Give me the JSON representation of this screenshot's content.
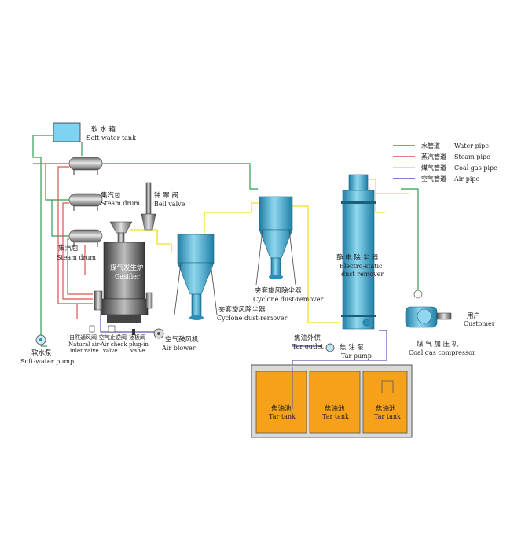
{
  "labels": {
    "soft_water_tank_cn": "软 水 箱",
    "soft_water_tank_en": "Soft water tank",
    "steam_drum_cn": "集汽包",
    "steam_drum_en": "Steam drum",
    "steam_drum2_cn": "集汽包",
    "steam_drum2_en": "Steam drum",
    "bell_valve_cn": "钟 罩 阀",
    "bell_valve_en": "Bell valve",
    "gasifier_cn": "煤气发生炉",
    "gasifier_en": "Gasifier",
    "cyclone1_cn": "夹套旋风除尘器",
    "cyclone1_en": "Cyclone dust-remover",
    "cyclone2_cn": "夹套旋风除尘器",
    "cyclone2_en": "Cyclone dust-remover",
    "esp_cn": "静 电 除 尘 器",
    "esp_en1": "Electro-static",
    "esp_en2": "dust remover",
    "natural_valve_cn": "自然通风阀",
    "natural_valve_en1": "Natural air-",
    "natural_valve_en2": "inlet valve",
    "air_check_cn": "空气止逆阀",
    "air_check_en1": "Air check",
    "air_check_en2": "valve",
    "plugin_valve_cn": "插板阀",
    "plugin_valve_en1": "plug-in",
    "plugin_valve_en2": "valve",
    "air_blower_cn": "空气鼓风机",
    "air_blower_en": "Air blower",
    "soft_pump_cn": "软水泵",
    "soft_pump_en": "Soft-water pump",
    "tar_outlet_cn": "焦油外供",
    "tar_outlet_en": "Tar outlet",
    "tar_pump_cn": "焦 油 泵",
    "tar_pump_en": "Tar pump",
    "customer_cn": "用户",
    "customer_en": "Customer",
    "compressor_cn": "煤 气 加 压 机",
    "compressor_en": "Coal gas compressor",
    "tar_tank1_cn": "焦油池",
    "tar_tank1_en": "Tar tank",
    "tar_tank2_cn": "焦油池",
    "tar_tank2_en": "Tar tank",
    "tar_tank3_cn": "焦油池",
    "tar_tank3_en": "Tar tank"
  },
  "legend": [
    {
      "cn": "水管道",
      "en": "Water pipe",
      "color": "#2e9e4f"
    },
    {
      "cn": "蒸汽管道",
      "en": "Steam pipe",
      "color": "#d9534f"
    },
    {
      "cn": "煤气管道",
      "en": "Coal gas pipe",
      "color": "#f0e020"
    },
    {
      "cn": "空气管道",
      "en": "Air pipe",
      "color": "#6a4fb5"
    }
  ],
  "colors": {
    "water": "#2e9e4f",
    "steam": "#d9534f",
    "gas": "#f0e020",
    "air": "#6a4fb5",
    "vessel": "#3fb0d6",
    "tank_fill": "#f5a21a"
  }
}
